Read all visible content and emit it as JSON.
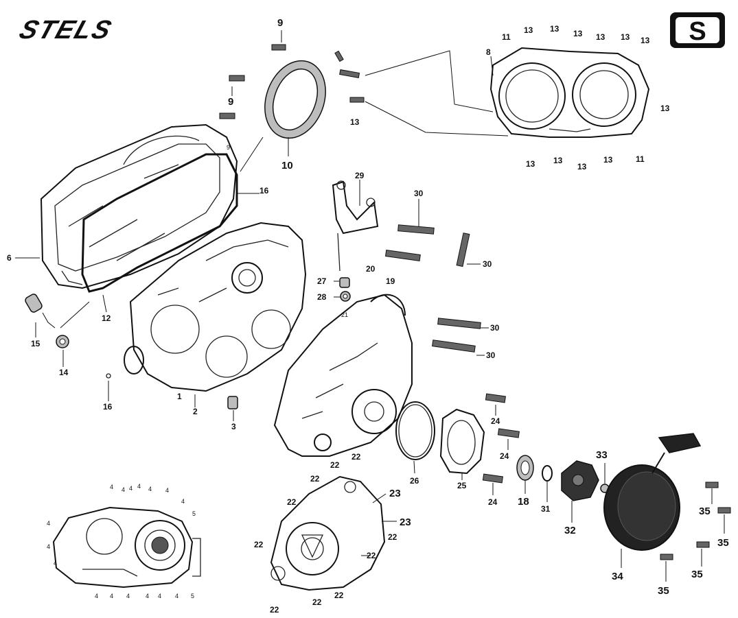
{
  "brand": {
    "wordmark": "STELS",
    "badge_letter": "S"
  },
  "callouts": {
    "c9a": "9",
    "c9b": "9",
    "c9c": "9",
    "c10": "10",
    "c6": "6",
    "c16a": "16",
    "c12": "12",
    "c15": "15",
    "c14": "14",
    "c1": "1",
    "c2": "2",
    "c3": "3",
    "c16b": "16",
    "c8": "8",
    "c11a": "11",
    "c11b": "11",
    "c13": "13",
    "c29": "29",
    "c30": "30",
    "c20": "20",
    "c19": "19",
    "c27": "27",
    "c28": "28",
    "c21": "21",
    "c24": "24",
    "c26": "26",
    "c25": "25",
    "c18": "18",
    "c31": "31",
    "c33": "33",
    "c32": "32",
    "c34": "34",
    "c35": "35",
    "c22": "22",
    "c23": "23",
    "c4": "4",
    "c5": "5"
  },
  "icons": {
    "brand_badge": "s-badge-icon",
    "bolt": "bolt-icon",
    "gasket": "gasket-icon",
    "pull_starter": "pull-starter-icon"
  }
}
